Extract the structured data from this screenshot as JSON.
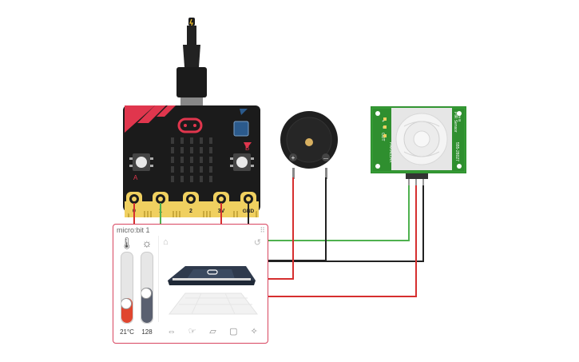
{
  "pins": {
    "p0": "0",
    "p1": "1",
    "p2": "2",
    "v3": "3V",
    "gnd": "GND"
  },
  "board_buttons": {
    "a": "A",
    "b": "B"
  },
  "buzzer": {
    "plus": "+",
    "minus": "—"
  },
  "pir": {
    "title": "PIR Sensor",
    "rev": "Rev B",
    "model": "555-28027",
    "brand": "PARALLAX",
    "pin_labels": [
      "+",
      "–",
      "OUT"
    ]
  },
  "simulator": {
    "title": "micro:bit 1",
    "temperature": {
      "icon": "thermometer-icon",
      "value_label": "21°C",
      "level": 0.35
    },
    "light": {
      "icon": "sun-icon",
      "value_label": "128",
      "level": 0.5
    },
    "gestures": [
      "shake",
      "tilt-left",
      "tilt-right",
      "face-up",
      "face-down"
    ]
  },
  "colors": {
    "board": "#1b1b1b",
    "accent": "#e0364d",
    "pads": "#f0d060",
    "wire_red": "#d62f2f",
    "wire_green": "#4fb14f",
    "wire_black": "#222222",
    "pcb_green": "#2f8f2f"
  }
}
